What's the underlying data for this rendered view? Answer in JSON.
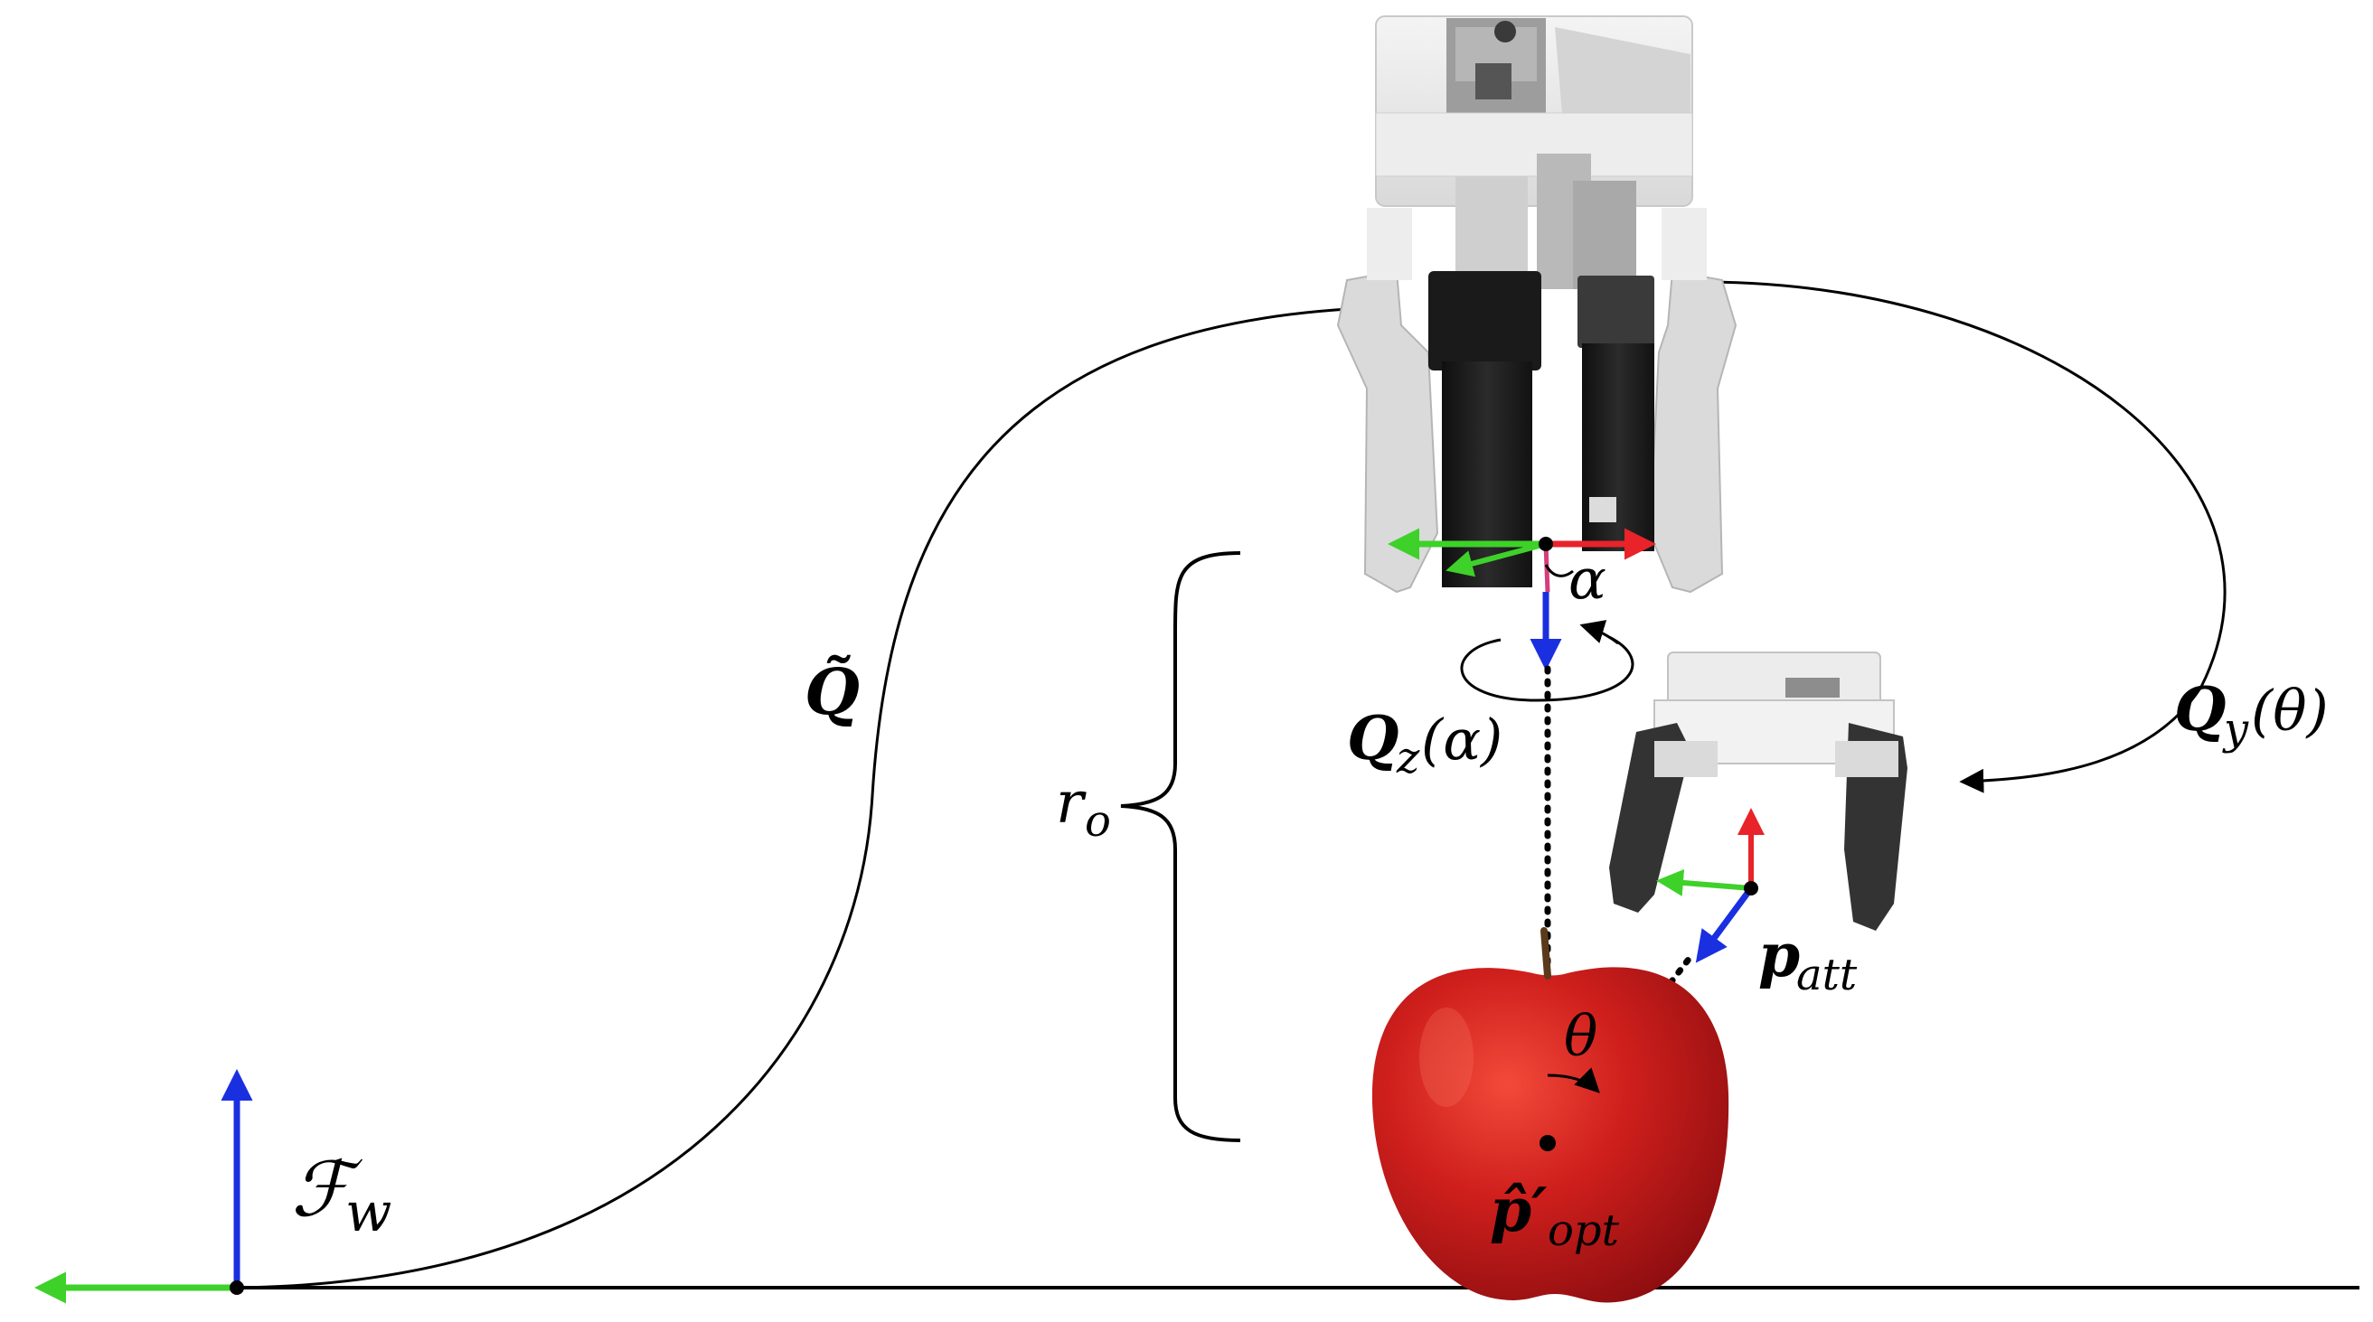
{
  "labels": {
    "world_frame": "ℱ",
    "world_frame_sub": "w",
    "q_tilde": "Q̃",
    "qz_main": "Q",
    "qz_sub": "z",
    "qz_arg": "(α)",
    "qy_main": "Q",
    "qy_sub": "y",
    "qy_arg": "(θ)",
    "alpha": "α",
    "theta": "θ",
    "r_main": "r",
    "r_sub": "o",
    "p_att_main": "p",
    "p_att_sub": "att",
    "p_opt_main": "p̂′",
    "p_opt_sub": "opt"
  },
  "colors": {
    "x_axis": "#e8232a",
    "y_axis": "#3ed12a",
    "z_axis": "#1a2fe0",
    "apple": "#c8171a",
    "gripper_light": "#e9e9e9",
    "gripper_dark": "#1c1c1c"
  }
}
